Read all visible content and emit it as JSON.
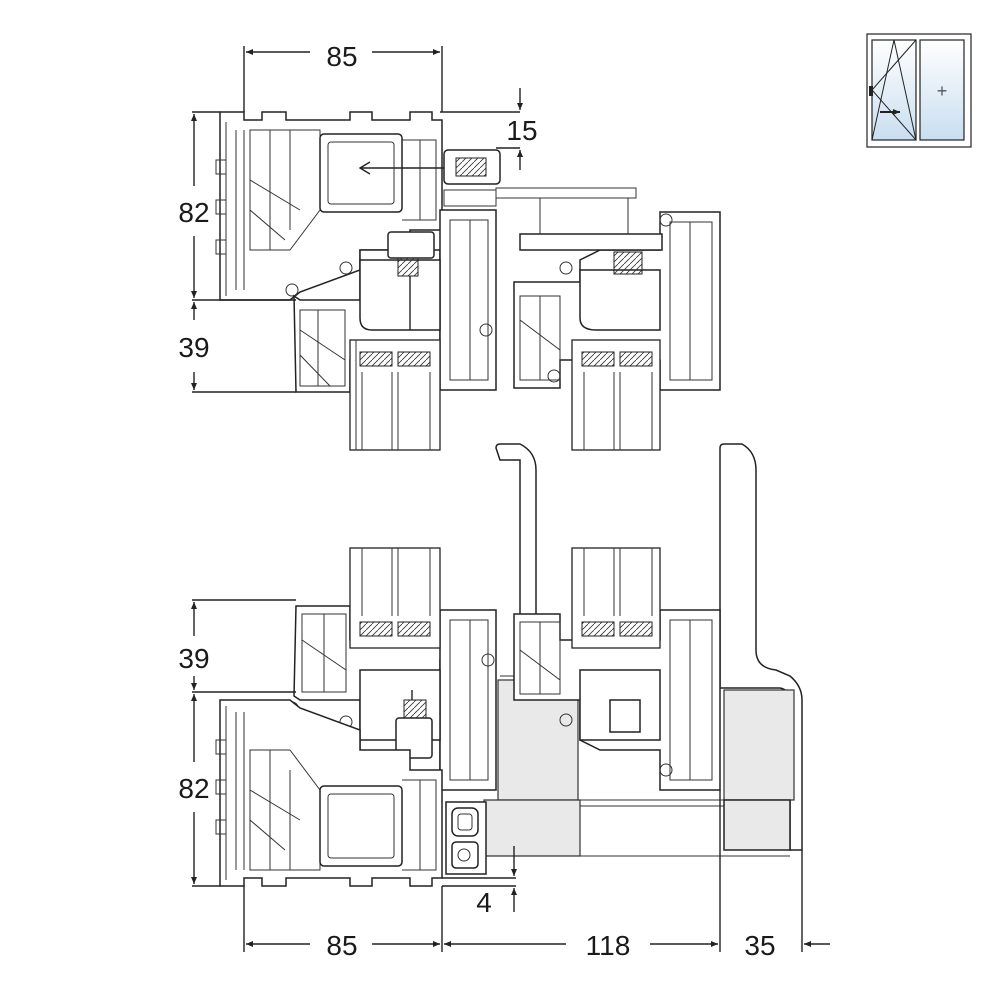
{
  "dimensions": {
    "top_width": "85",
    "top_offset": "15",
    "top_frame_height": "82",
    "top_sash_height": "39",
    "bottom_sash_height": "39",
    "bottom_frame_height": "82",
    "bottom_width": "85",
    "bottom_gap": "4",
    "bottom_span": "118",
    "bottom_extension": "35"
  },
  "icon": {
    "name": "tilt-turn-window-icon",
    "fixed_pane_symbol": "+"
  },
  "colors": {
    "line": "#222222",
    "glass_tint": "#c9def0"
  }
}
